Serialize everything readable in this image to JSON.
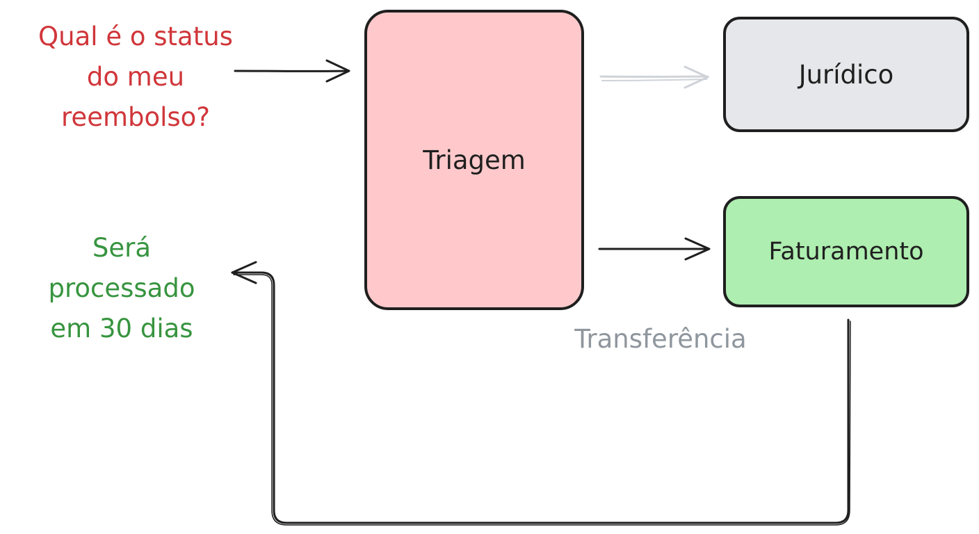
{
  "colors": {
    "question_text": "#d0363a",
    "answer_text": "#37943f",
    "edge_label_text": "#8f969d",
    "triagem_fill": "#ffc9cb",
    "juridico_fill": "#e6e7ea",
    "faturamento_fill": "#aeeeb0",
    "stroke": "#1f1f1f",
    "faded_arrow": "#cfd3d8"
  },
  "question": {
    "lines": [
      "Qual é o status",
      "do meu",
      "reembolso?"
    ]
  },
  "answer": {
    "lines": [
      "Será",
      "processado",
      "em 30 dias"
    ]
  },
  "nodes": {
    "triagem": {
      "label": "Triagem"
    },
    "juridico": {
      "label": "Jurídico"
    },
    "faturamento": {
      "label": "Faturamento"
    }
  },
  "edges": {
    "triagem_to_faturamento": {
      "label": "Transferência"
    }
  }
}
